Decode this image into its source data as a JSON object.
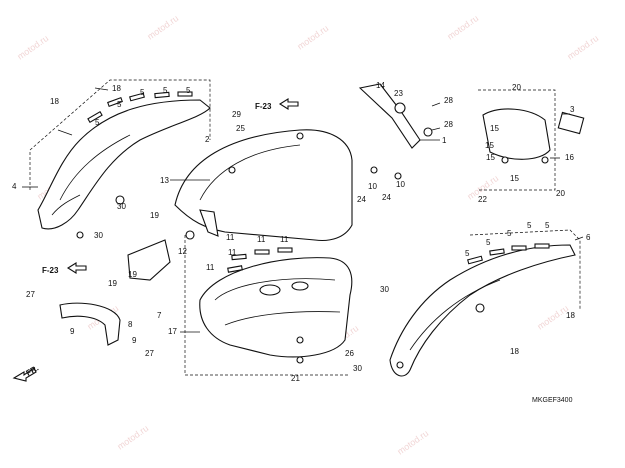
{
  "diagram": {
    "code": "MKGEF3400",
    "front_label": "FR.",
    "ref_labels": [
      "F-23",
      "F-23"
    ],
    "watermark": "motod.ru",
    "callouts": [
      "1",
      "2",
      "3",
      "4",
      "5",
      "6",
      "7",
      "8",
      "9",
      "10",
      "11",
      "12",
      "13",
      "14",
      "15",
      "16",
      "17",
      "18",
      "19",
      "20",
      "21",
      "22",
      "23",
      "24",
      "25",
      "26",
      "27",
      "28",
      "29",
      "30"
    ]
  }
}
